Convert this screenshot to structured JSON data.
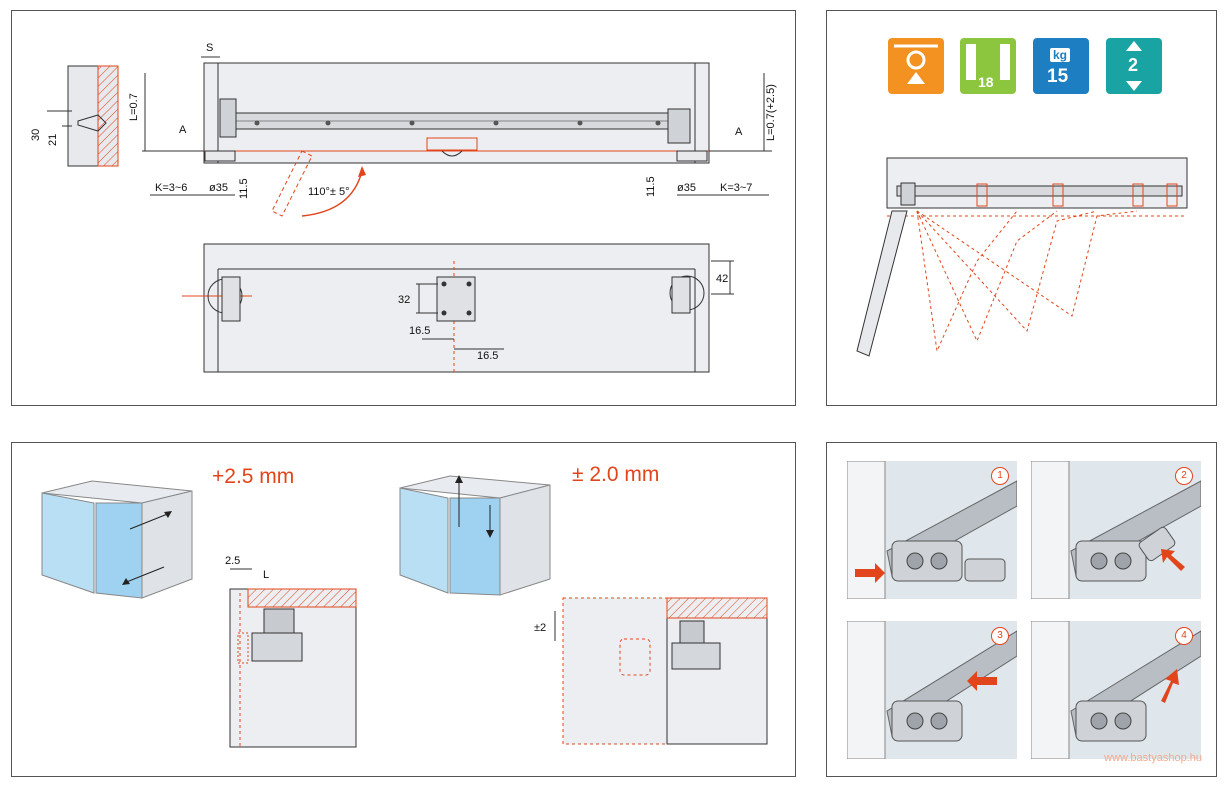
{
  "top_left": {
    "dims": {
      "s": "S",
      "l_left": "L=0.7",
      "l_right": "L=0.7(+2.5)",
      "a_left": "A",
      "a_right": "A",
      "thirty": "30",
      "twentyone": "21",
      "k_left": "K=3~6",
      "d_left": "ø35",
      "h_left": "11.5",
      "angle": "110°± 5°",
      "h_right": "11.5",
      "d_right": "ø35",
      "k_right": "K=3~7",
      "forty_two": "42",
      "thirty_two": "32",
      "sixteen_a": "16.5",
      "sixteen_b": "16.5"
    }
  },
  "top_right": {
    "icons": [
      {
        "name": "mounting-icon",
        "color": "#f39121"
      },
      {
        "name": "thickness-icon",
        "label": "18",
        "color": "#8cc63f"
      },
      {
        "name": "weight-icon",
        "unit": "kg",
        "label": "15",
        "color": "#1d7fc1"
      },
      {
        "name": "quantity-icon",
        "label": "2",
        "color": "#1aa3a3"
      }
    ]
  },
  "bottom_left": {
    "adjust_side": "+2.5 mm",
    "adjust_height": "± 2.0 mm",
    "dim_25": "2.5",
    "dim_l": "L",
    "dim_pm2": "±2"
  },
  "bottom_right": {
    "steps": [
      "1",
      "2",
      "3",
      "4"
    ],
    "watermark": "www.bastyashop.hu"
  },
  "colors": {
    "accent": "#e2451b"
  }
}
